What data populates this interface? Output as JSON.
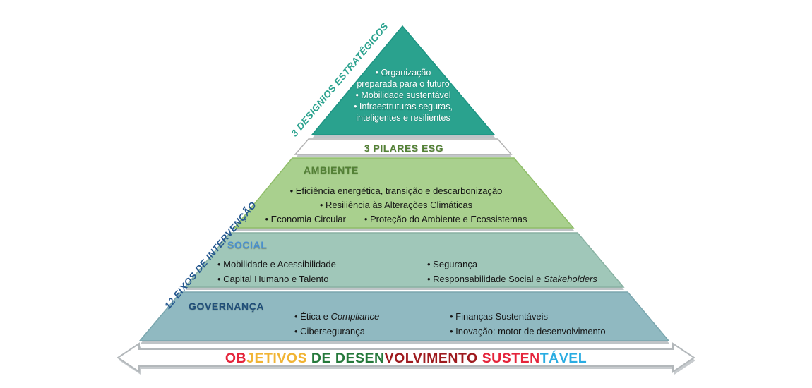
{
  "diagram": {
    "side_labels": {
      "top": "3 DESIGNIOS ESTRATÉGICOS",
      "bottom": "12 EIXOS DE INTERVENÇÃO"
    },
    "apex": {
      "lines": [
        "• Organização",
        "preparada para o futuro",
        "• Mobilidade sustentável",
        "• Infraestruturas seguras,",
        "inteligentes e resilientes"
      ]
    },
    "esg_band": {
      "label": "3 PILARES ESG"
    },
    "ambiente": {
      "header": "AMBIENTE",
      "row1": "• Eficiência energética, transição e descarbonização",
      "row2": "• Resiliência às Alterações Climáticas",
      "row3a": "• Economia Circular",
      "row3b": "• Proteção do Ambiente e Ecossistemas"
    },
    "social": {
      "header": "SOCIAL",
      "left_items": [
        {
          "text": "• Mobilidade e Acessibilidade",
          "italic": ""
        },
        {
          "text": "• Capital Humano e Talento",
          "italic": ""
        }
      ],
      "right_items": [
        {
          "text": "• Segurança",
          "italic": ""
        },
        {
          "text": "• Responsabilidade Social e ",
          "italic": "Stakeholders"
        }
      ]
    },
    "governanca": {
      "header": "GOVERNANÇA",
      "left_items": [
        {
          "text": "• Ética e ",
          "italic": "Compliance"
        },
        {
          "text": "• Cibersegurança",
          "italic": ""
        }
      ],
      "right_items": [
        {
          "text": "• Finanças Sustentáveis",
          "italic": ""
        },
        {
          "text": "• Inovação: motor de desenvolvimento",
          "italic": ""
        }
      ]
    },
    "sdg_arrow": {
      "segments": [
        {
          "text": "OB",
          "color": "#e5243b"
        },
        {
          "text": "JETIVOS",
          "color": "#f1b434"
        },
        {
          "text": " DE DESEN",
          "color": "#25793b"
        },
        {
          "text": "VOLVIMENTO",
          "color": "#9e1a1e"
        },
        {
          "text": " SUSTEN",
          "color": "#e5243b"
        },
        {
          "text": "TÁVEL",
          "color": "#29ace2"
        }
      ]
    },
    "colors": {
      "apex_fill": "#2aa28e",
      "esg_text": "#538135",
      "ambiente_fill": "#a9d08e",
      "ambiente_header": "#538135",
      "social_fill": "#a0c7b9",
      "social_header": "#4a90ce",
      "governanca_fill": "#90b9c1",
      "governanca_header": "#1f4e79",
      "label_top": "#2aa28e",
      "label_bottom": "#24578f"
    }
  }
}
